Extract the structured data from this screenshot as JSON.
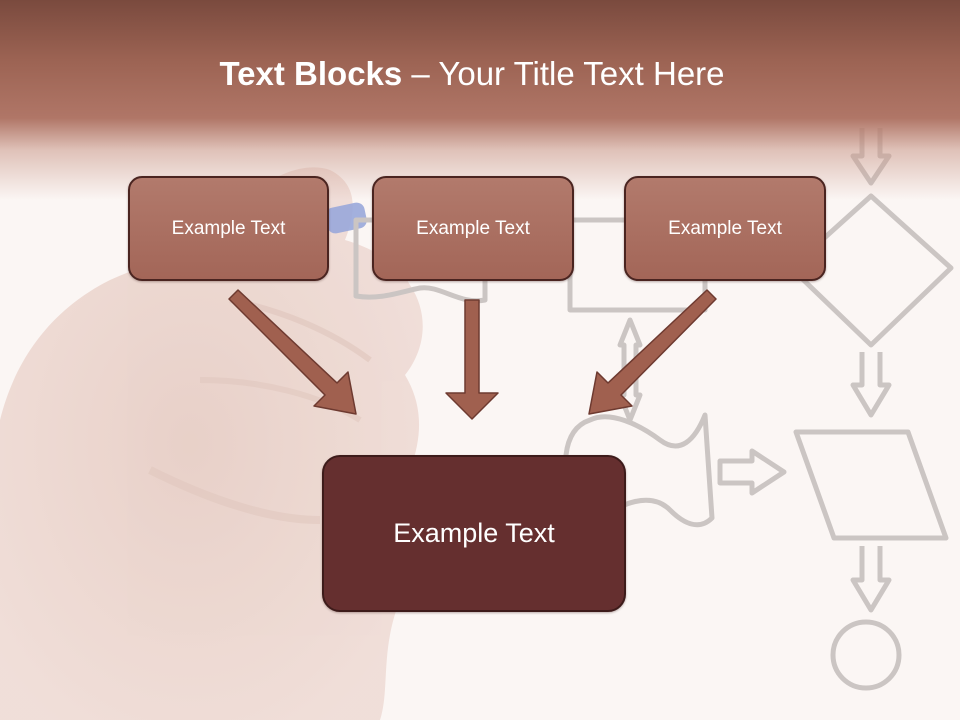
{
  "slide": {
    "title_strong": "Text Blocks",
    "title_dash": " – ",
    "title_rest": "Your Title Text Here"
  },
  "blocks": [
    {
      "label": "Example Text"
    },
    {
      "label": "Example Text"
    },
    {
      "label": "Example Text"
    }
  ],
  "main_block": {
    "label": "Example Text"
  },
  "colors": {
    "header": "#9c6353",
    "block_fill": "#ac7061",
    "main_block_fill": "#652f2f",
    "arrow_fill": "#a0604f",
    "flowchart_outline": "#c9c3c1"
  },
  "icons": [
    "hand-with-marker-image",
    "flowchart-background-image",
    "arrow-icon"
  ]
}
